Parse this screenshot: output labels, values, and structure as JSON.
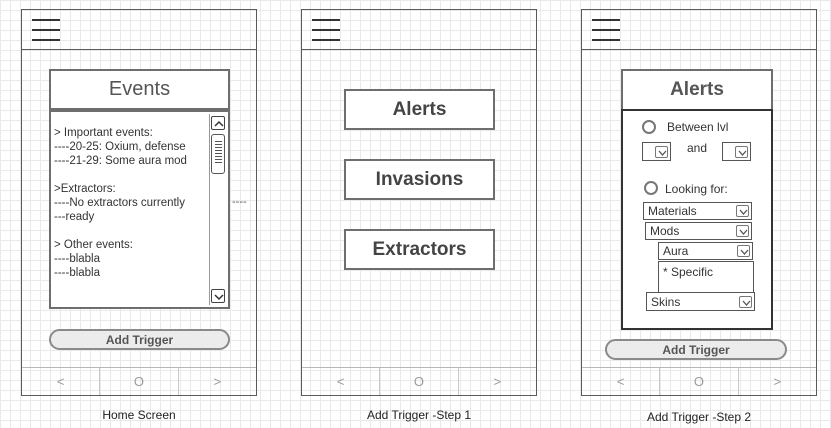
{
  "common": {
    "nav": {
      "back": "<",
      "home": "O",
      "forward": ">"
    },
    "add_trigger": "Add Trigger"
  },
  "home": {
    "caption": "Home Screen",
    "events_title": "Events",
    "events_lines": [
      "> Important events:",
      "----20-25: Oxium, defense",
      "----21-29: Some aura mod",
      "",
      ">Extractors:",
      "----No extractors currently",
      "---ready",
      "",
      "> Other events:",
      "----blabla",
      "----blabla"
    ],
    "stray_dashes": "----"
  },
  "step1": {
    "caption": "Add Trigger -Step 1",
    "options": [
      "Alerts",
      "Invasions",
      "Extractors"
    ]
  },
  "step2": {
    "caption": "Add Trigger -Step 2",
    "title": "Alerts",
    "between_label": "Between lvl",
    "and_label": "and",
    "looking_label": "Looking for:",
    "materials": "Materials",
    "mods": "Mods",
    "aura": "Aura",
    "specific_placeholder": "* Specific",
    "skins": "Skins"
  }
}
